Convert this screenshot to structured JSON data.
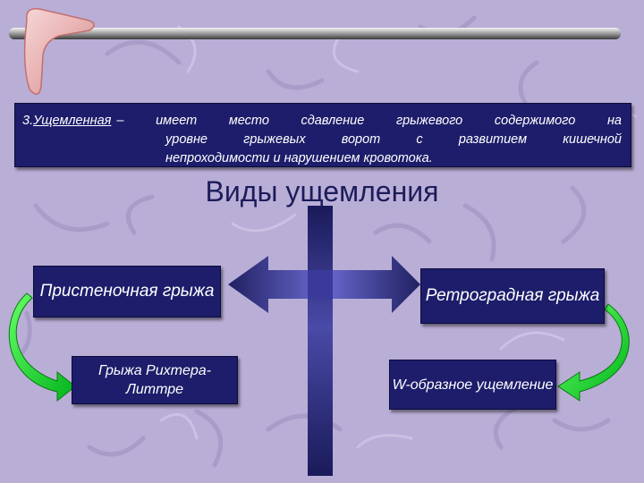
{
  "definition": {
    "number": "3.",
    "term": "Ущемленная",
    "line1_rest": "– имеет место сдавление грыжевого содержимого на",
    "line2": "уровне грыжевых ворот с развитием кишечной",
    "line3": "непроходимости и нарушением кровотока."
  },
  "title": "Виды ущемления",
  "types": {
    "parietal": "Пристеночная грыжа",
    "richter": "Грыжа Рихтера-Литтре",
    "retrograde": "Ретроградная грыжа",
    "w_shaped": "W-образное ущемление"
  },
  "colors": {
    "background": "#b9aed6",
    "box": "#1d1d6b",
    "arrow_green": "#00dd22",
    "cross": "#2a2a80"
  }
}
